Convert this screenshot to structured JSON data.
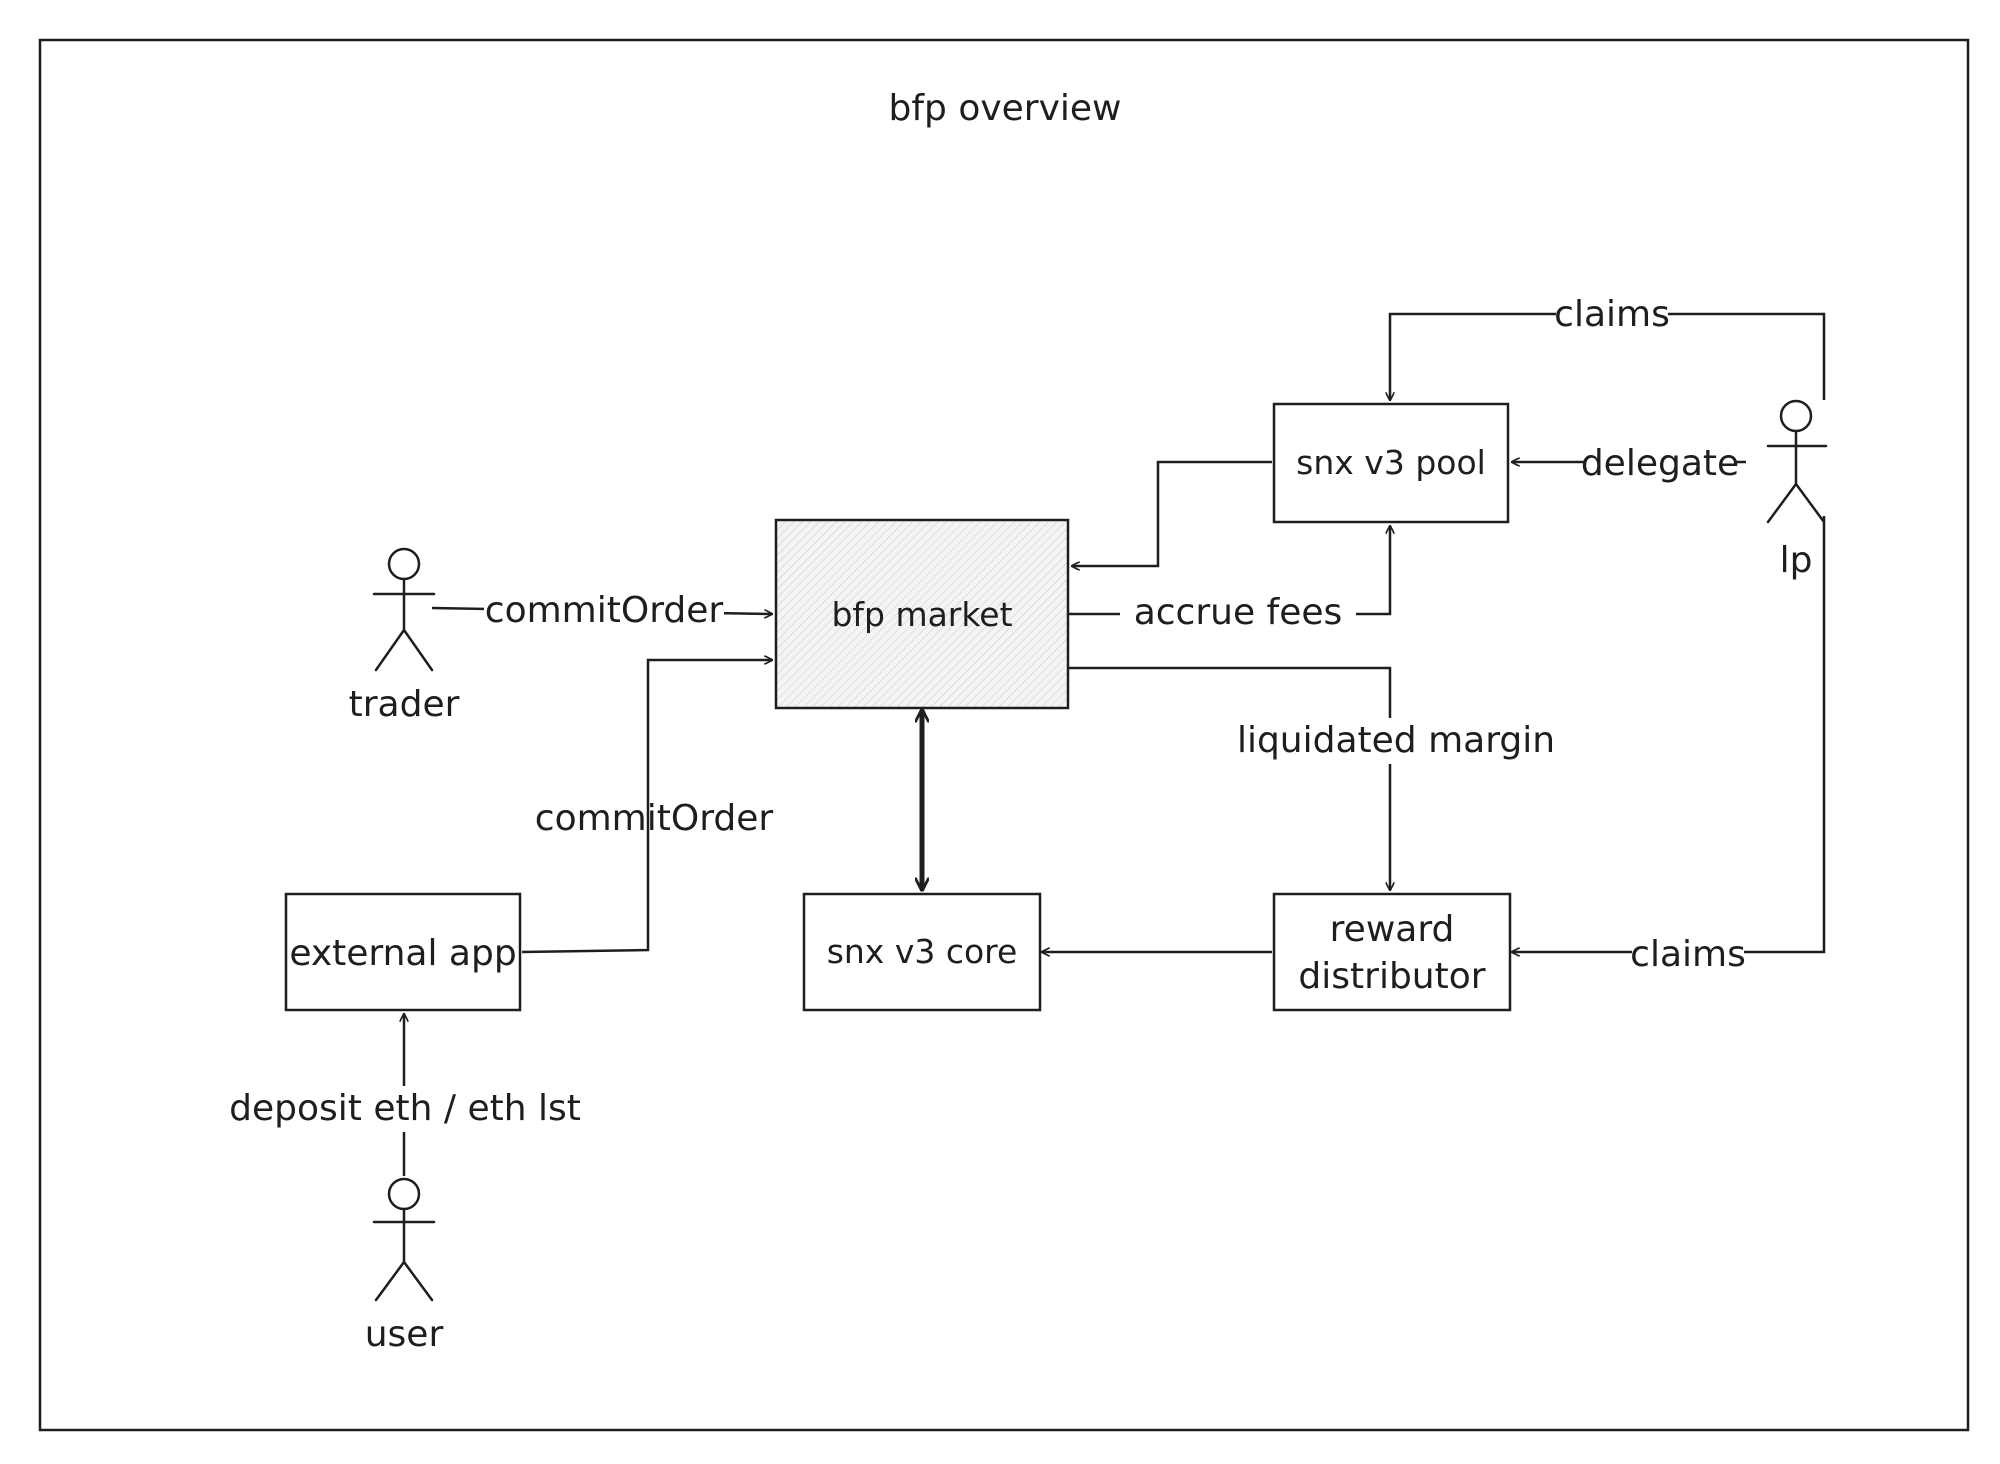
{
  "title": "bfp overview",
  "nodes": {
    "bfp_market": "bfp market",
    "snx_v3_pool": "snx v3 pool",
    "snx_v3_core": "snx v3 core",
    "reward_distributor_line1": "reward",
    "reward_distributor_line2": "distributor",
    "external_app": "external app"
  },
  "actors": {
    "trader": "trader",
    "lp": "lp",
    "user": "user"
  },
  "edges": {
    "trader_commit": "commitOrder",
    "app_commit": "commitOrder",
    "accrue_fees": "accrue fees",
    "liquidated_margin": "liquidated margin",
    "delegate": "delegate",
    "claims_top": "claims",
    "claims_bottom": "claims",
    "deposit": "deposit eth / eth lst"
  },
  "colors": {
    "stroke": "#1e1e1e",
    "market_fill": "#f2f2f2"
  }
}
